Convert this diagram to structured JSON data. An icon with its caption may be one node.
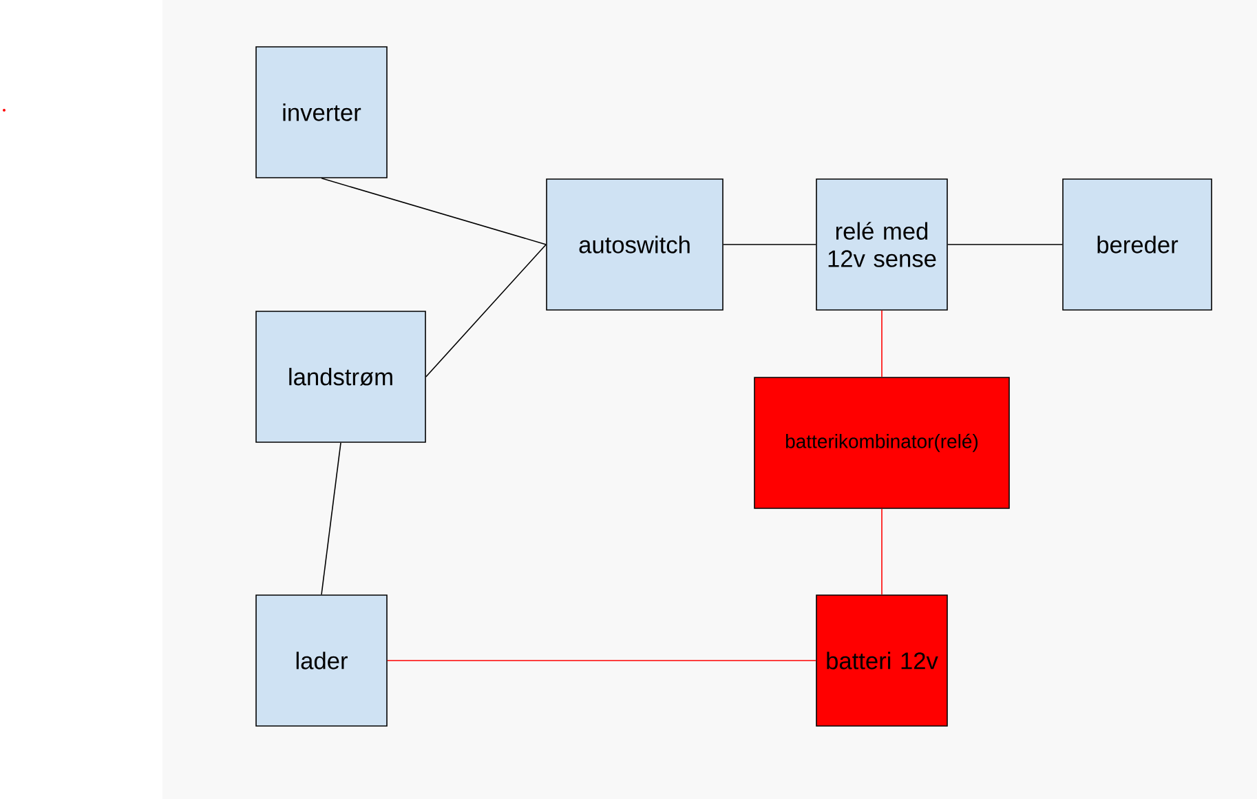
{
  "diagram": {
    "nodes": [
      {
        "text": [
          "inverter"
        ]
      },
      {
        "text": [
          "autoswitch"
        ]
      },
      {
        "text": [
          "relé med 12v sense"
        ]
      },
      {
        "text": [
          "bereder"
        ]
      },
      {
        "text": [
          "landstrøm"
        ]
      },
      {
        "text": [
          "batterikombinator(relé)"
        ]
      },
      {
        "text": [
          "lader"
        ]
      },
      {
        "text": [
          "batteri 12v"
        ]
      }
    ],
    "edges": [
      {
        "from": 0,
        "to": 1,
        "arrow": "none"
      },
      {
        "from": 4,
        "to": 1,
        "arrow": "none"
      },
      {
        "from": 1,
        "to": 2,
        "arrow": "none"
      },
      {
        "from": 2,
        "to": 3,
        "arrow": "none"
      },
      {
        "from": 2,
        "to": 5,
        "arrow": "none",
        "color": "#ff0000"
      },
      {
        "from": 5,
        "to": 7,
        "arrow": "none",
        "color": "#ff0000"
      },
      {
        "from": 4,
        "to": 6,
        "arrow": "none"
      },
      {
        "from": 6,
        "to": 7,
        "arrow": "none",
        "color": "#ff0000"
      }
    ]
  }
}
